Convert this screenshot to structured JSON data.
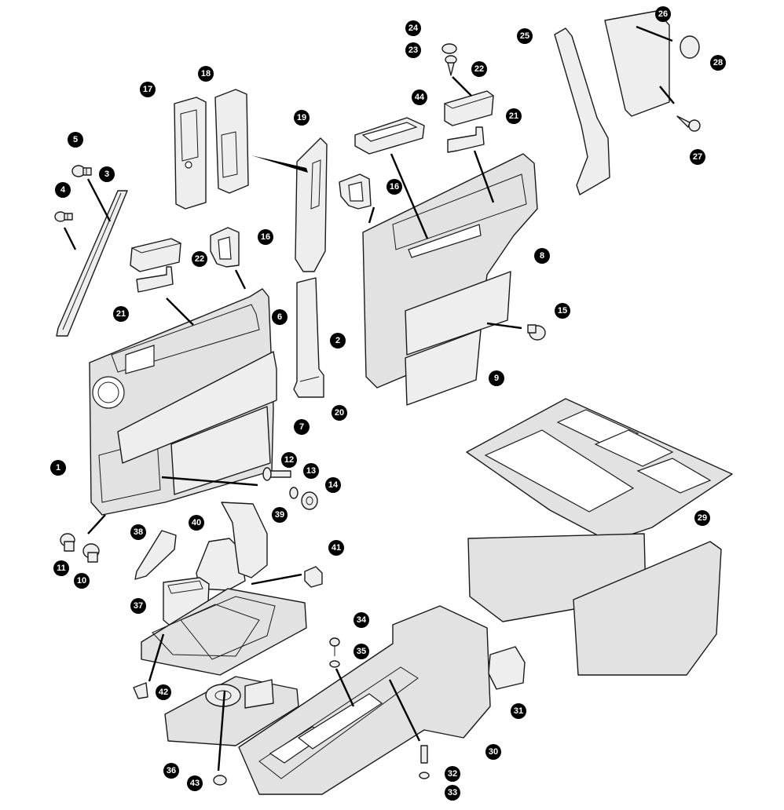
{
  "callouts": [
    "1",
    "2",
    "3",
    "4",
    "5",
    "6",
    "7",
    "8",
    "9",
    "10",
    "11",
    "12",
    "13",
    "14",
    "15",
    "16",
    "16",
    "17",
    "18",
    "19",
    "20",
    "21",
    "21",
    "22",
    "22",
    "23",
    "24",
    "25",
    "26",
    "27",
    "28",
    "29",
    "30",
    "31",
    "32",
    "33",
    "34",
    "35",
    "36",
    "37",
    "38",
    "39",
    "40",
    "41",
    "42",
    "43",
    "44"
  ]
}
